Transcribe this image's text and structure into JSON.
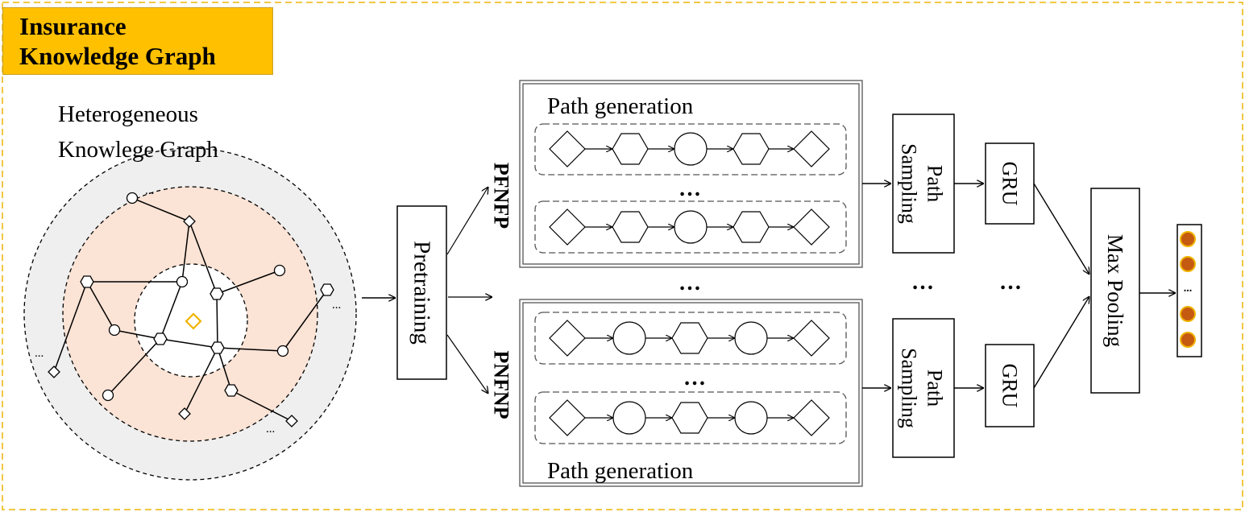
{
  "title": {
    "line1": "Insurance",
    "line2": "Knowledge Graph"
  },
  "kg": {
    "label_line1": "Heterogeneous",
    "label_line2": "Knowlege Graph",
    "ellipsis": "..."
  },
  "pretraining": "Pretraining",
  "branches": {
    "top": "PFNFP",
    "bottom": "PNFNP"
  },
  "path_generation": "Path generation",
  "path_sampling": {
    "line1": "Path",
    "line2": "Sampling"
  },
  "gru": "GRU",
  "max_pooling": "Max Pooling",
  "dots": "…",
  "colors": {
    "title_bg": "#ffc000",
    "frame_dash": "#f2c744",
    "outer_ring": "#efefef",
    "middle_ring": "#fbe3d5",
    "center_node": "#f0b400",
    "output_node": "#c55a11"
  },
  "icons": {
    "diamond": "entity-diamond",
    "hexagon": "entity-hexagon",
    "circle": "entity-circle"
  }
}
